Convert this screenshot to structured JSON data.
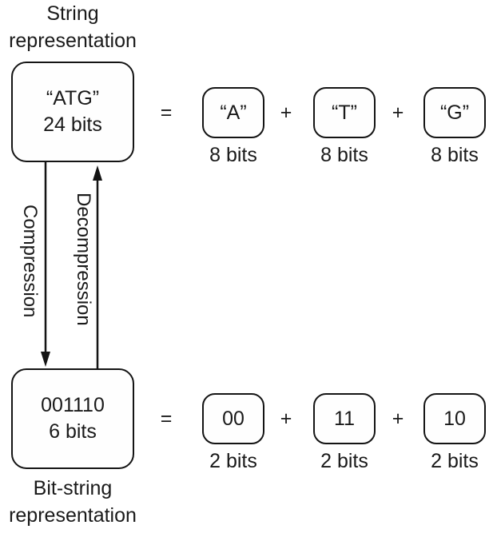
{
  "top": {
    "title_line1": "String",
    "title_line2": "representation",
    "box": {
      "line1": "“ATG”",
      "line2": "24 bits"
    },
    "equals": "=",
    "plus": "+",
    "items": [
      {
        "value": "“A”",
        "bits": "8 bits"
      },
      {
        "value": "“T”",
        "bits": "8 bits"
      },
      {
        "value": "“G”",
        "bits": "8 bits"
      }
    ]
  },
  "arrows": {
    "down_label": "Compression",
    "up_label": "Decompression"
  },
  "bottom": {
    "box": {
      "line1": "001110",
      "line2": "6 bits"
    },
    "equals": "=",
    "plus": "+",
    "items": [
      {
        "value": "00",
        "bits": "2 bits"
      },
      {
        "value": "11",
        "bits": "2 bits"
      },
      {
        "value": "10",
        "bits": "2 bits"
      }
    ],
    "title_line1": "Bit-string",
    "title_line2": "representation"
  },
  "colors": {
    "text": "#1a1a1a",
    "border": "#141414",
    "background": "#ffffff",
    "box_fill": "#fefefe"
  }
}
